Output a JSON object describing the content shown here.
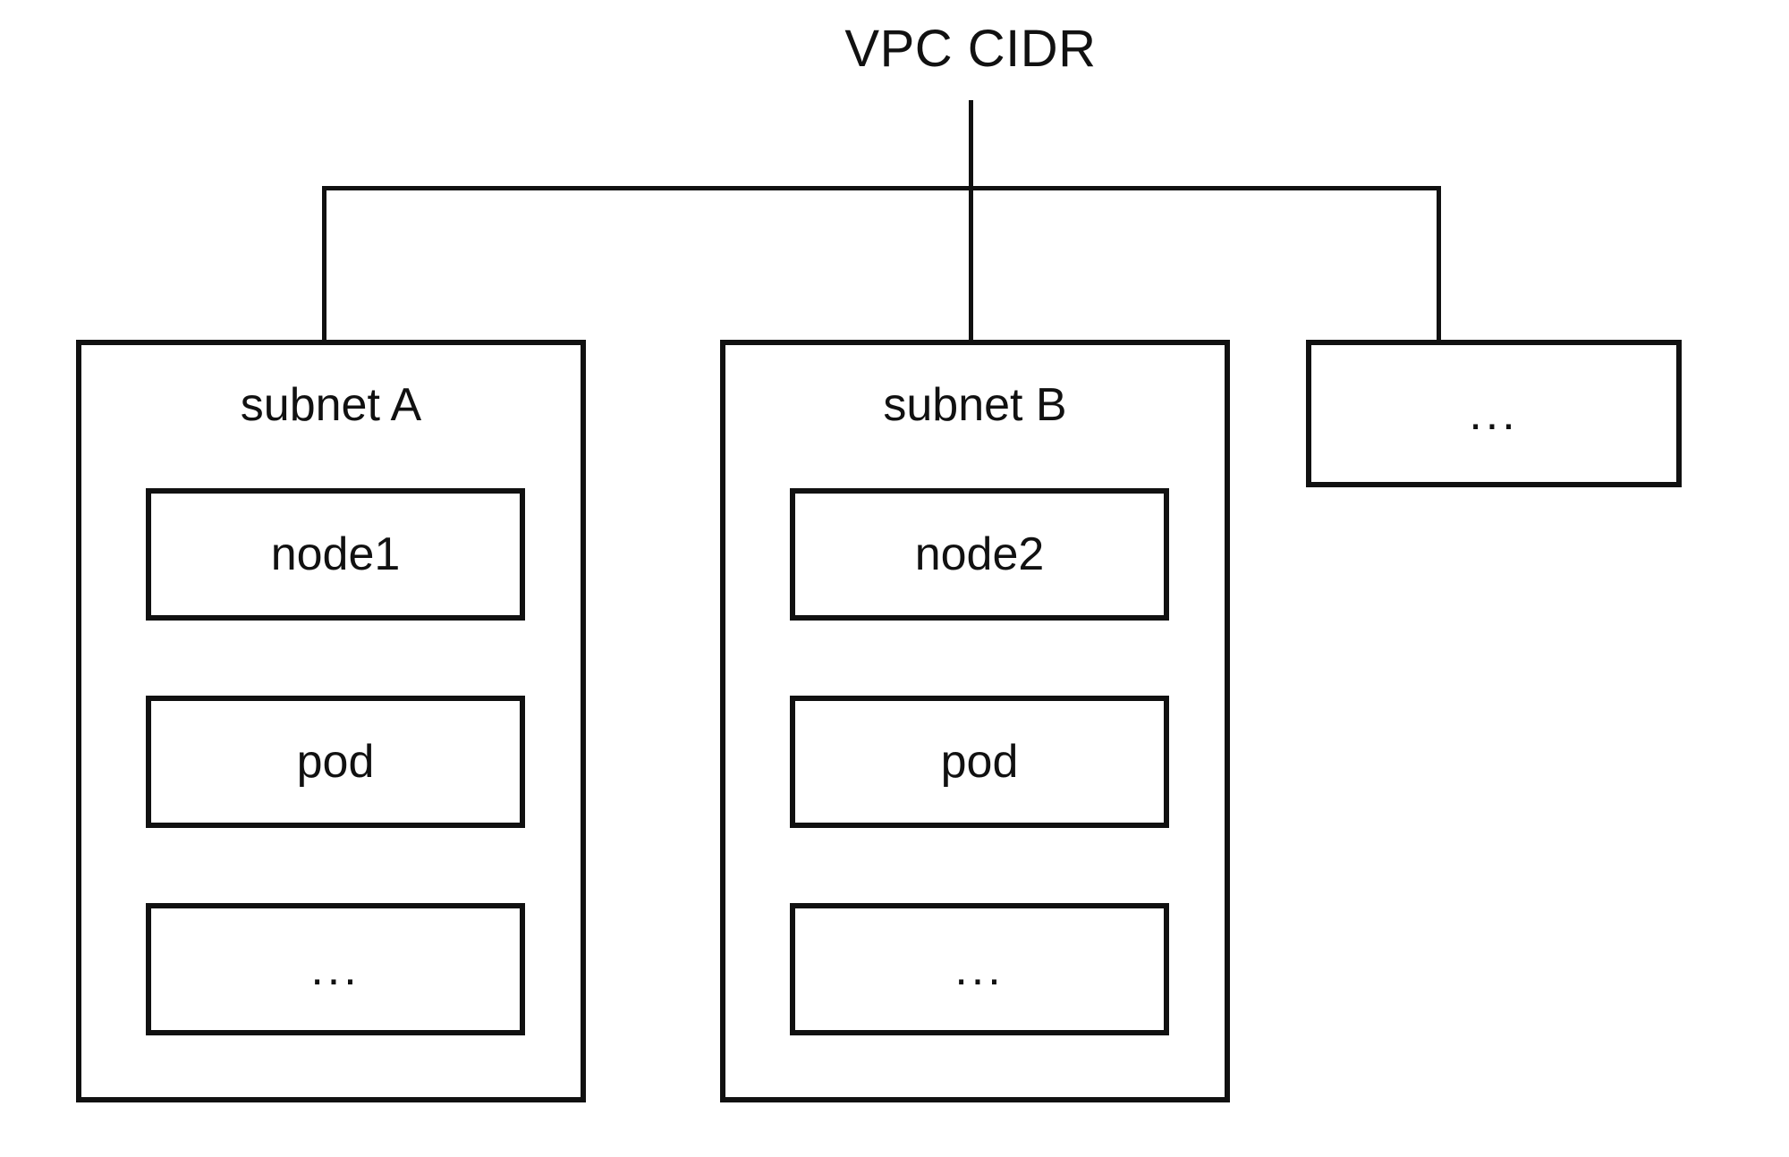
{
  "diagram": {
    "title": "VPC CIDR",
    "root_label": "VPC CIDR",
    "colors": {
      "stroke": "#111111",
      "background": "#ffffff",
      "text": "#111111"
    },
    "subnets": [
      {
        "name": "subnet A",
        "children": [
          {
            "label": "node1"
          },
          {
            "label": "pod"
          },
          {
            "label": "..."
          }
        ]
      },
      {
        "name": "subnet B",
        "children": [
          {
            "label": "node2"
          },
          {
            "label": "pod"
          },
          {
            "label": "..."
          }
        ]
      }
    ],
    "overflow": {
      "label": "..."
    },
    "connectors": [
      {
        "name": "root-stem",
        "orientation": "vertical"
      },
      {
        "name": "distribution-bus",
        "orientation": "horizontal"
      },
      {
        "name": "branch-to-subnet-a",
        "orientation": "vertical"
      },
      {
        "name": "branch-to-subnet-b",
        "orientation": "vertical"
      },
      {
        "name": "branch-to-overflow",
        "orientation": "vertical"
      }
    ]
  }
}
